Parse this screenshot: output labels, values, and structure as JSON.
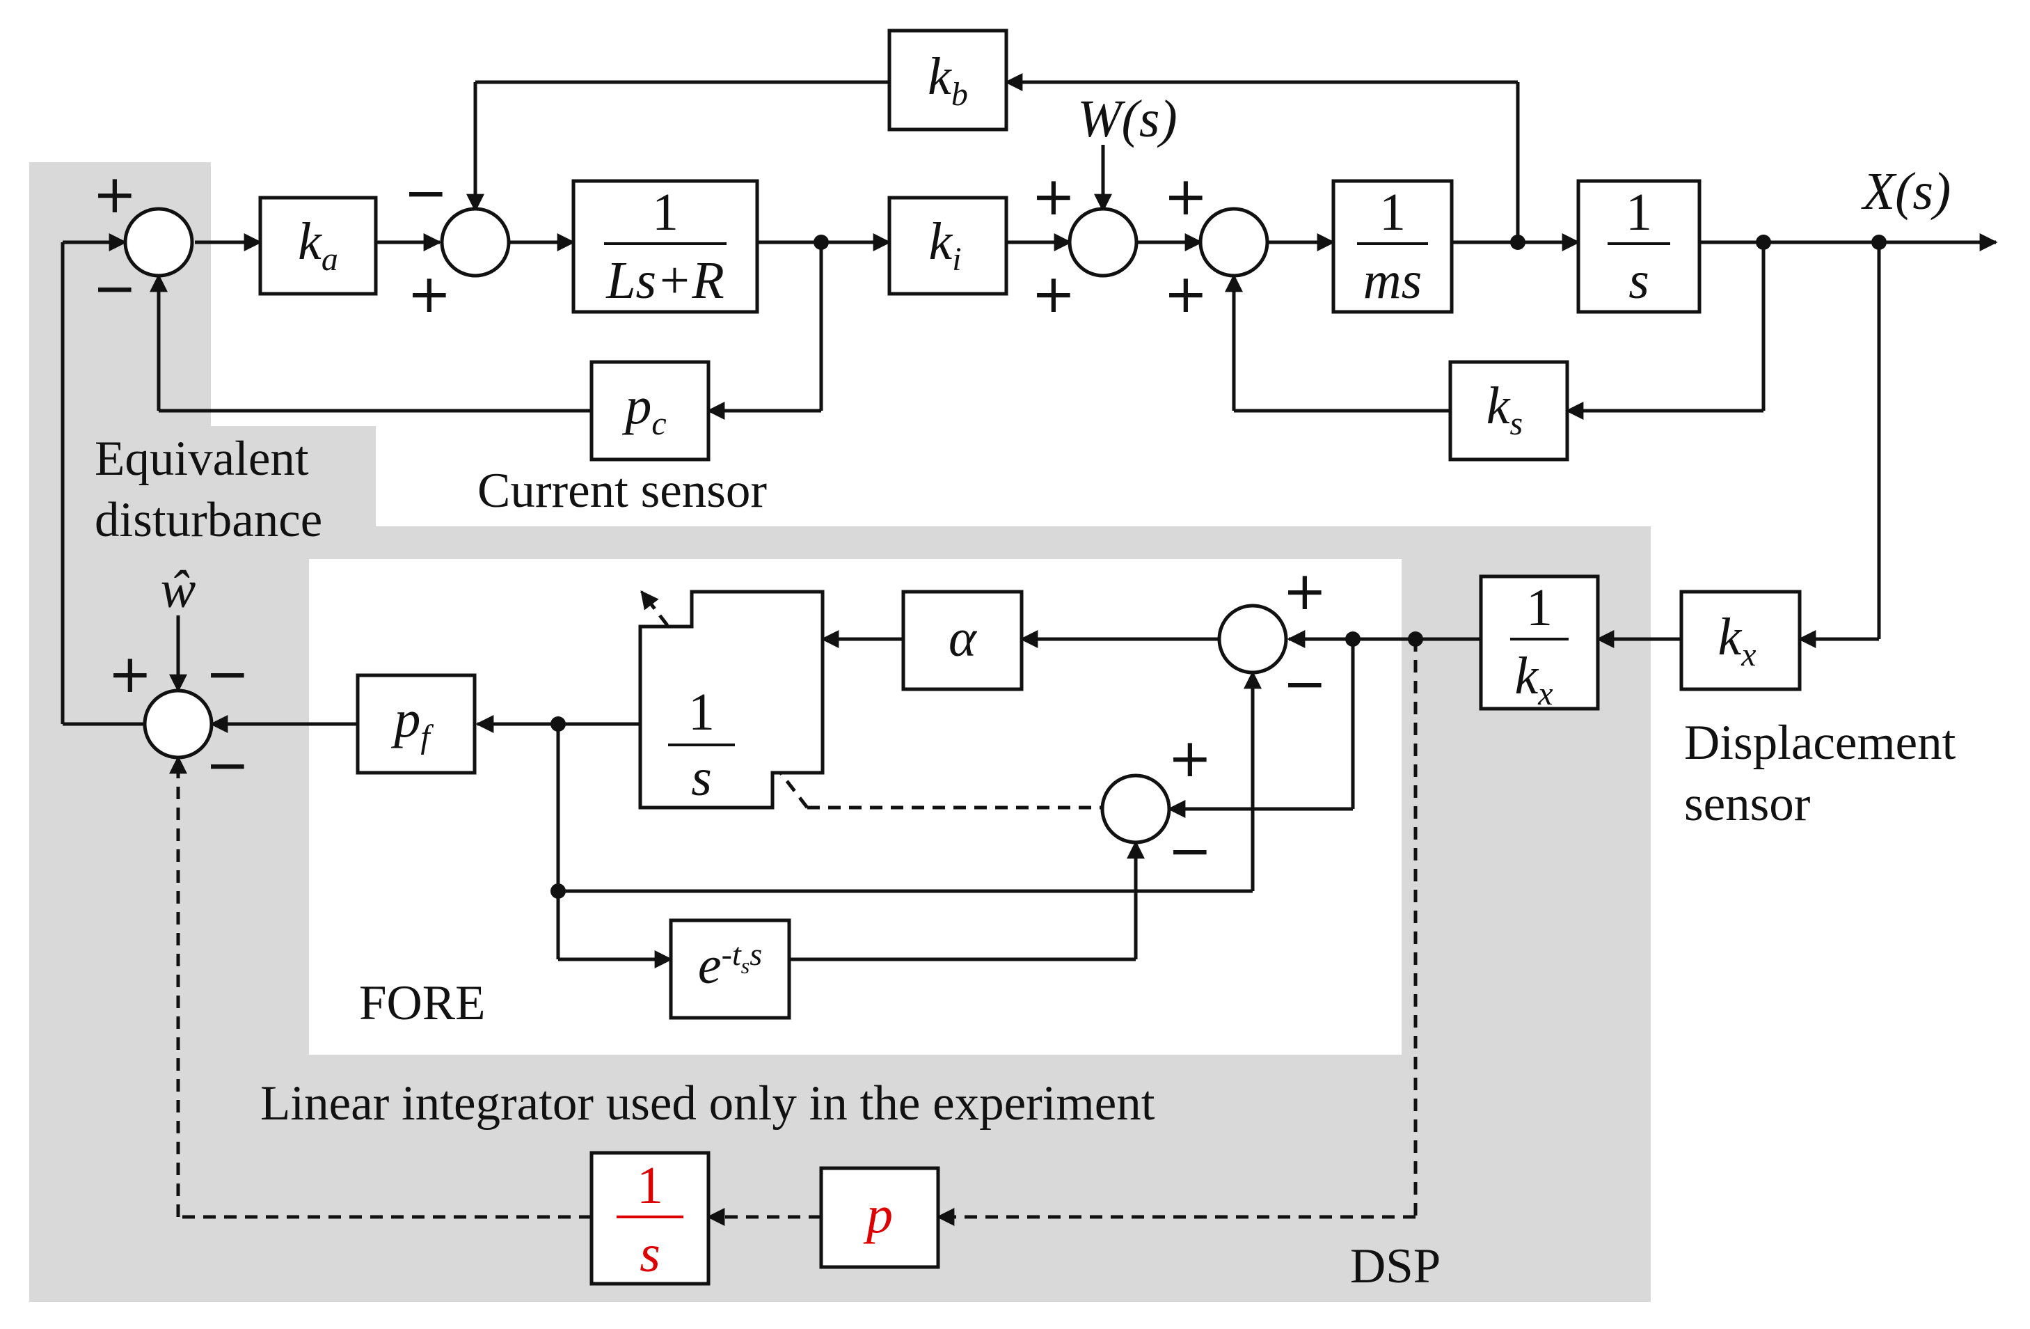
{
  "signals": {
    "input_disturbance": "W(s)",
    "output": "X(s)",
    "estimated_disturbance": "ŵ"
  },
  "blocks": {
    "ka": "k",
    "ka_sub": "a",
    "kb": "k",
    "kb_sub": "b",
    "ki": "k",
    "ki_sub": "i",
    "ks": "k",
    "ks_sub": "s",
    "kx": "k",
    "kx_sub": "x",
    "pc": "p",
    "pc_sub": "c",
    "pf": "p",
    "pf_sub": "f",
    "coil_num": "1",
    "coil_den": "Ls+R",
    "mass_num": "1",
    "mass_den": "ms",
    "integ_num": "1",
    "integ_den": "s",
    "inv_kx_num": "1",
    "inv_kx_den": "k",
    "inv_kx_den_sub": "x",
    "alpha": "α",
    "fore_integ_num": "1",
    "fore_integ_den": "s",
    "delay_base": "e",
    "delay_exp": "-t",
    "delay_exp_sub": "s",
    "delay_exp_tail": "s",
    "p_gain": "p",
    "lin_integ_num": "1",
    "lin_integ_den": "s"
  },
  "signs": {
    "plus": "+",
    "minus": "−"
  },
  "labels": {
    "equivalent_disturbance_1": "Equivalent",
    "equivalent_disturbance_2": "disturbance",
    "current_sensor": "Current sensor",
    "displacement_sensor_1": "Displacement",
    "displacement_sensor_2": "sensor",
    "fore": "FORE",
    "linear_integrator": "Linear integrator used only in the experiment",
    "dsp": "DSP"
  },
  "colors": {
    "dsp_region": "#d9d9d9",
    "fore_region": "#ffffff",
    "highlight": "#dd0000",
    "line": "#111111"
  }
}
